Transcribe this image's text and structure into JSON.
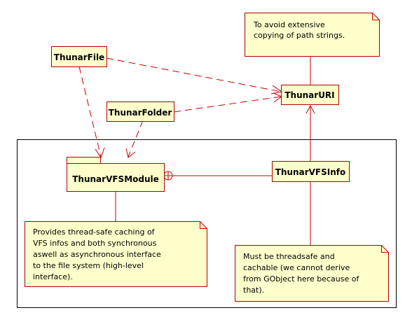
{
  "colors": {
    "fill": "#ffffcc",
    "border": "#b00000",
    "connector": "#c40000",
    "frame": "#000000"
  },
  "classes": {
    "thunar_file": "ThunarFile",
    "thunar_folder": "ThunarFolder",
    "thunar_uri": "ThunarURI",
    "thunar_vfs_module": "ThunarVFSModule",
    "thunar_vfs_info": "ThunarVFSInfo"
  },
  "notes": {
    "uri_note": [
      "To avoid extensive",
      "copying of path strings."
    ],
    "module_note": [
      "Provides thread-safe caching of",
      "VFS infos and both synchronous",
      "aswell as asynchronous interface",
      "to the file system (high-level",
      "interface)."
    ],
    "info_note": [
      "Must be threadsafe and",
      "cachable (we cannot derive",
      "from GObject here because of",
      "that)."
    ]
  }
}
